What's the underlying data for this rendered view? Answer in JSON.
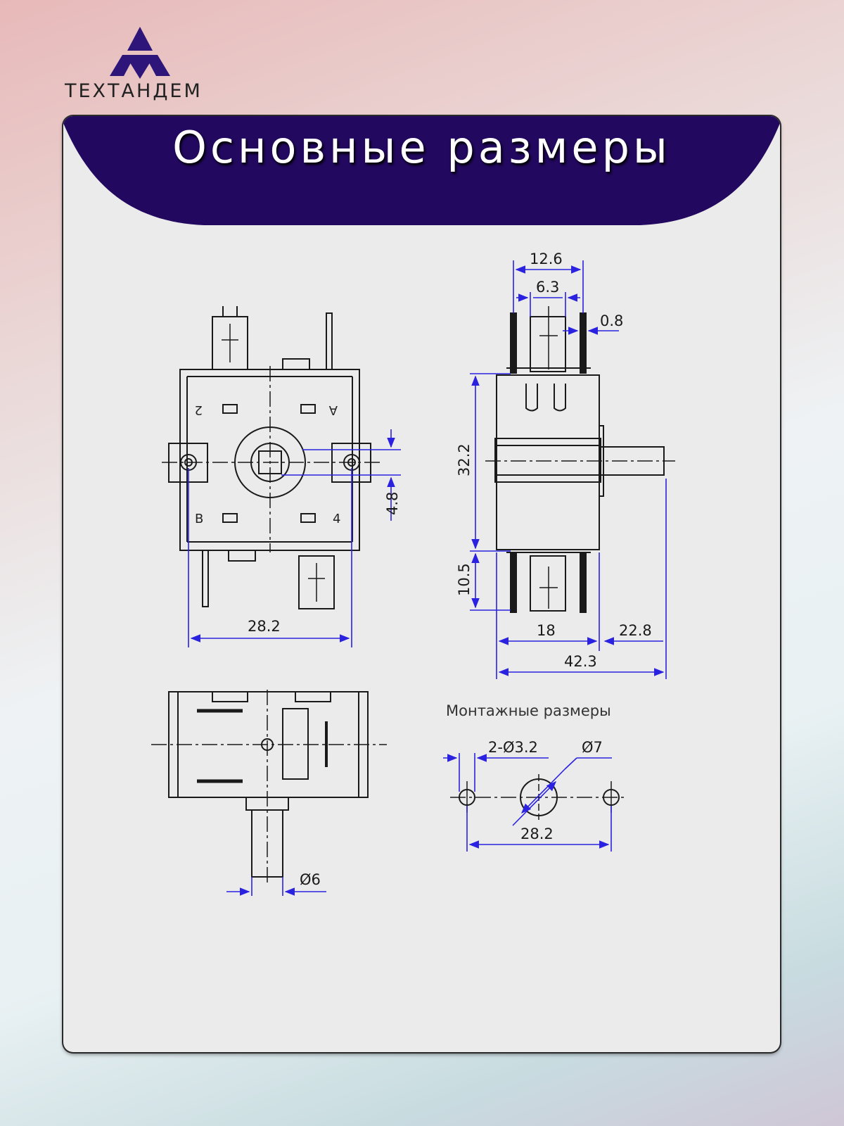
{
  "brand": {
    "name": "ТЕХТАНДЕМ"
  },
  "header": {
    "title": "Основные размеры"
  },
  "colors": {
    "banner": "#22085f",
    "dimension_lines": "#2a22e0",
    "outline": "#1a1a1a"
  },
  "front_view": {
    "terminal_labels": {
      "top_left": "2",
      "top_right": "A",
      "bottom_left": "B",
      "bottom_right": "4"
    },
    "dims": {
      "width": "28.2",
      "offset": "4.8"
    }
  },
  "side_view": {
    "dims": {
      "top_width": "12.6",
      "inner_width": "6.3",
      "blade": "0.8",
      "height": "32.2",
      "terminal_len": "10.5",
      "body_depth": "18",
      "shaft_len": "22.8",
      "total_len": "42.3"
    }
  },
  "bottom_view": {
    "dims": {
      "shaft_dia": "Ø6"
    }
  },
  "mounting": {
    "caption": "Монтажные размеры",
    "dims": {
      "holes": "2-Ø3.2",
      "center_dia": "Ø7",
      "spacing": "28.2"
    }
  }
}
